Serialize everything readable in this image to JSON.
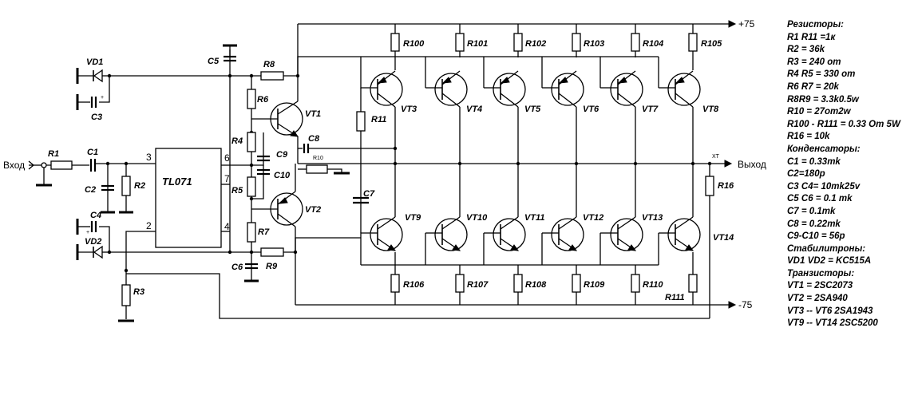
{
  "net_labels": {
    "input": "Вход",
    "output": "Выход",
    "output_tag": "XT",
    "pos_rail": "+75",
    "neg_rail": "-75"
  },
  "components": {
    "r1": "R1",
    "r2": "R2",
    "r3": "R3",
    "r4": "R4",
    "r5": "R5",
    "r6": "R6",
    "r7": "R7",
    "r8": "R8",
    "r9": "R9",
    "r10": "R10",
    "r11": "R11",
    "r16": "R16",
    "r100": "R100",
    "r101": "R101",
    "r102": "R102",
    "r103": "R103",
    "r104": "R104",
    "r105": "R105",
    "r106": "R106",
    "r107": "R107",
    "r108": "R108",
    "r109": "R109",
    "r110": "R110",
    "r111": "R111",
    "c1": "C1",
    "c2": "C2",
    "c3": "C3",
    "c4": "C4",
    "c5": "C5",
    "c6": "C6",
    "c7": "C7",
    "c8": "C8",
    "c9": "C9",
    "c10": "C10",
    "vd1": "VD1",
    "vd2": "VD2",
    "vt1": "VT1",
    "vt2": "VT2",
    "vt3": "VT3",
    "vt4": "VT4",
    "vt5": "VT5",
    "vt6": "VT6",
    "vt7": "VT7",
    "vt8": "VT8",
    "vt9": "VT9",
    "vt10": "VT10",
    "vt11": "VT11",
    "vt12": "VT12",
    "vt13": "VT13",
    "vt14": "VT14",
    "opamp": "TL071",
    "pin2": "2",
    "pin3": "3",
    "pin4": "4",
    "pin6": "6",
    "pin7": "7"
  },
  "legend": [
    "Резисторы:",
    "R1 R11 =1к",
    "R2 = 36k",
    "R3 = 240 om",
    "R4 R5 = 330 om",
    "R6 R7 = 20k",
    "R8R9 = 3.3k0.5w",
    "R10 = 27om2w",
    "R100 - R111 = 0.33 Om 5W",
    "R16 = 10k",
    "Конденсаторы:",
    "C1 = 0.33mk",
    "C2=180p",
    "C3 C4= 10mk25v",
    "C5 C6 = 0.1 mk",
    "C7 = 0.1mk",
    "C8 = 0.22mk",
    "C9-C10 = 56p",
    "Стабилитроны:",
    "VD1 VD2 = KC515A",
    "Транзисторы:",
    "VT1 = 2SC2073",
    "VT2 = 2SA940",
    "VT3 -- VT6  2SA1943",
    "VT9 -- VT14 2SC5200"
  ]
}
